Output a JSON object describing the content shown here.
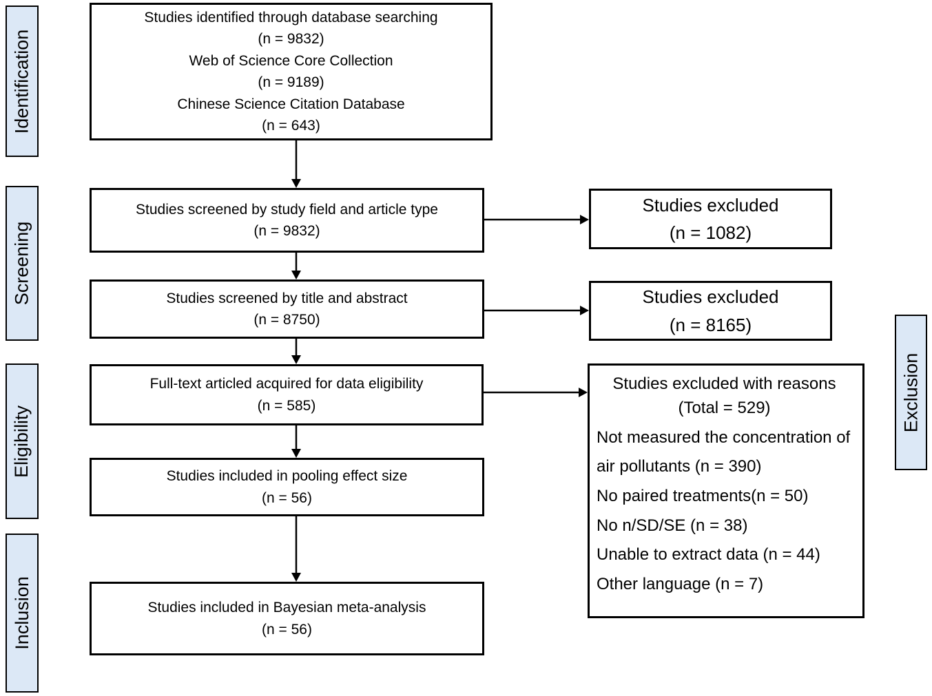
{
  "diagram": {
    "title": "PRISMA study selection flow diagram",
    "colors": {
      "stage_fill": "#dce8f6",
      "box_fill": "#ffffff",
      "line": "#000000"
    },
    "stages_left": [
      {
        "label": "Identification"
      },
      {
        "label": "Screening"
      },
      {
        "label": "Eligibility"
      },
      {
        "label": "Inclusion"
      }
    ],
    "stage_right": {
      "label": "Exclusion"
    },
    "flow": {
      "identified": {
        "lines": [
          "Studies identified through database searching",
          "(n = 9832)",
          "Web of Science Core Collection",
          "(n = 9189)",
          "Chinese Science Citation Database",
          "(n = 643)"
        ]
      },
      "screened_field": {
        "lines": [
          "Studies screened by study field and article type",
          "(n = 9832)"
        ]
      },
      "screened_title": {
        "lines": [
          "Studies screened by title and abstract",
          "(n = 8750)"
        ]
      },
      "fulltext": {
        "lines": [
          "Full-text articled acquired for data eligibility",
          "(n = 585)"
        ]
      },
      "pooling": {
        "lines": [
          "Studies included in pooling effect size",
          "(n = 56)"
        ]
      },
      "bayesian": {
        "lines": [
          "Studies included in Bayesian meta-analysis",
          "(n = 56)"
        ]
      }
    },
    "excluded": {
      "first": {
        "lines": [
          "Studies excluded",
          "(n = 1082)"
        ]
      },
      "second": {
        "lines": [
          "Studies excluded",
          "(n = 8165)"
        ]
      },
      "reasons": {
        "heading": [
          "Studies excluded with reasons",
          "(Total = 529)"
        ],
        "items": [
          "Not measured the concentration of air pollutants (n = 390)",
          "No paired treatments(n = 50)",
          "No n/SD/SE (n = 38)",
          "Unable to extract data (n = 44)",
          "Other language (n = 7)"
        ]
      }
    }
  }
}
